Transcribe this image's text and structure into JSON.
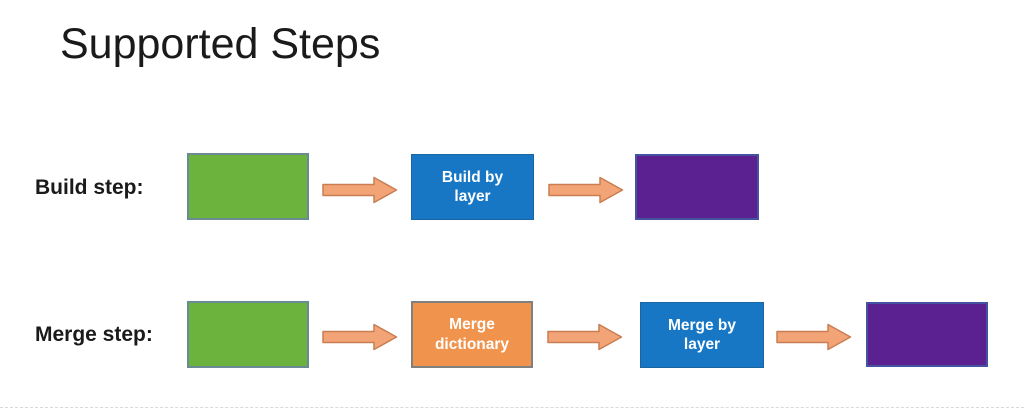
{
  "slide": {
    "title": "Supported Steps",
    "colors": {
      "green": "#6CB33E",
      "green_border": "#6A8A94",
      "blue": "#1877C5",
      "blue_border": "#1B65A0",
      "purple": "#5C2191",
      "purple_border": "#4452A0",
      "orange": "#F0944D",
      "orange_border": "#808080",
      "arrow_fill": "#F2A477",
      "arrow_stroke": "#C87E52",
      "text_dark": "#1A1A1A",
      "box_text": "#FFFFFF"
    },
    "rows": [
      {
        "label": "Build step:",
        "nodes": [
          {
            "type": "green-box",
            "text": ""
          },
          {
            "type": "blue-box",
            "text": "Build by layer"
          },
          {
            "type": "purple-box",
            "text": ""
          }
        ]
      },
      {
        "label": "Merge step:",
        "nodes": [
          {
            "type": "green-box",
            "text": ""
          },
          {
            "type": "orange-box",
            "text": "Merge dictionary"
          },
          {
            "type": "blue-box",
            "text": "Merge by layer"
          },
          {
            "type": "purple-box",
            "text": ""
          }
        ]
      }
    ]
  }
}
